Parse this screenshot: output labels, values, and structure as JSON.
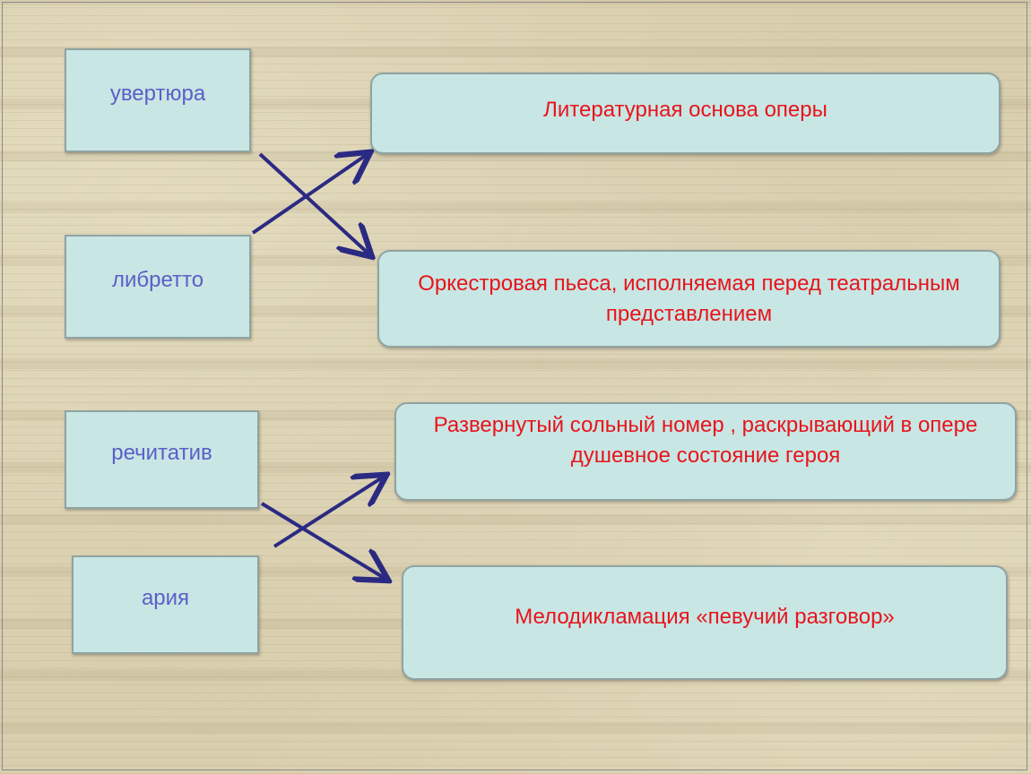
{
  "terms": [
    {
      "label": "увертюра"
    },
    {
      "label": "либретто"
    },
    {
      "label": "речитатив"
    },
    {
      "label": "ария"
    }
  ],
  "definitions": [
    {
      "text": "Литературная основа оперы"
    },
    {
      "text": "Оркестровая пьеса, исполняемая перед театральным представлением"
    },
    {
      "text": "Развернутый сольный номер , раскрывающий в опере душевное состояние героя"
    },
    {
      "text": "Мелодикламация «певучий разговор»"
    }
  ],
  "connections": [
    {
      "from": "увертюра",
      "to": "Оркестровая пьеса, исполняемая перед театральным представлением"
    },
    {
      "from": "либретто",
      "to": "Литературная основа оперы"
    },
    {
      "from": "речитатив",
      "to": "Мелодикламация «певучий разговор»"
    },
    {
      "from": "ария",
      "to": "Развернутый сольный номер , раскрывающий в опере душевное состояние героя"
    }
  ],
  "colors": {
    "box_fill": "#c8e6e4",
    "term_text": "#5b5fc7",
    "definition_text": "#e8141c",
    "arrow": "#2b2a82",
    "background": "#d9cfae"
  }
}
